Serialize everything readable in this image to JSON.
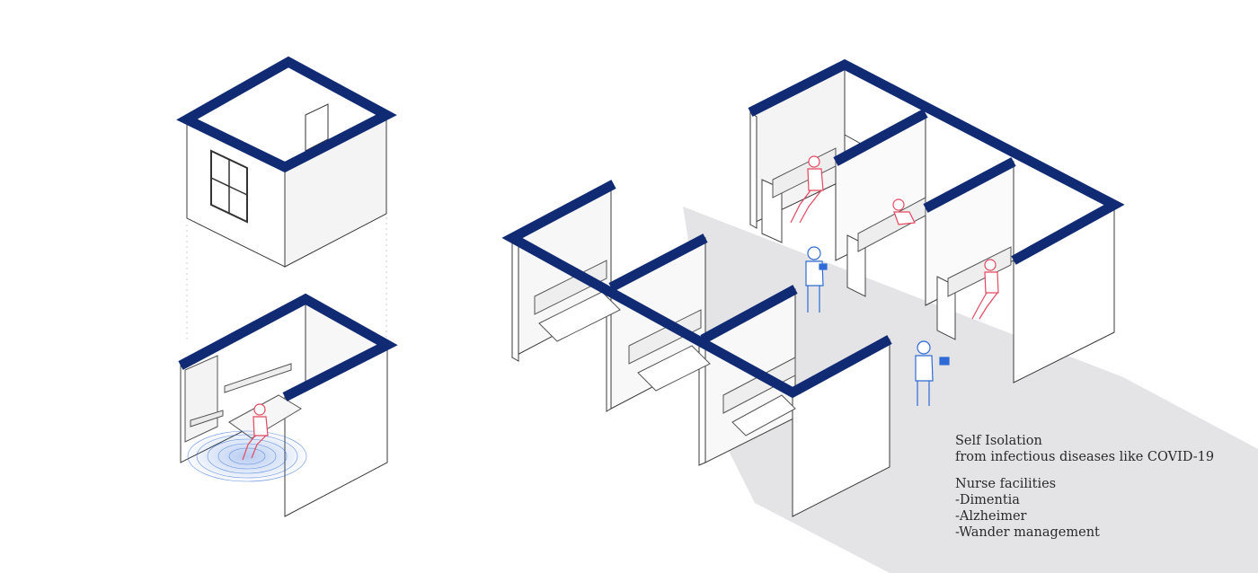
{
  "palette": {
    "wall_top": "#102a73",
    "wall_face": "#ffffff",
    "wall_side": "#f1f1f1",
    "stroke": "#3b3b3b",
    "shadow": "#e4e4e6",
    "patient": "#e5475e",
    "nurse": "#2f6bd6",
    "signal": "#2f6bd6"
  },
  "caption": {
    "title_lines": [
      "Self Isolation",
      "from infectious diseases like COVID-19"
    ],
    "list_lines": [
      "Nurse facilities",
      "-Dimentia",
      "-Alzheimer",
      "-Wander management"
    ]
  }
}
